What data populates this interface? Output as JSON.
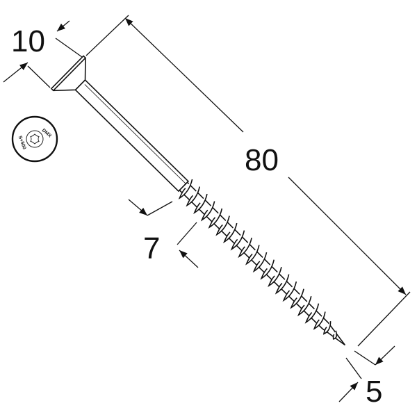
{
  "dimensions": {
    "length": "80",
    "head_diameter": "10",
    "shank_diameter": "7",
    "thread_diameter": "5"
  },
  "head_marking": {
    "brand": "DMX",
    "code": "S+500",
    "drive": "torx-icon"
  },
  "colors": {
    "line": "#111111",
    "background": "#ffffff"
  }
}
